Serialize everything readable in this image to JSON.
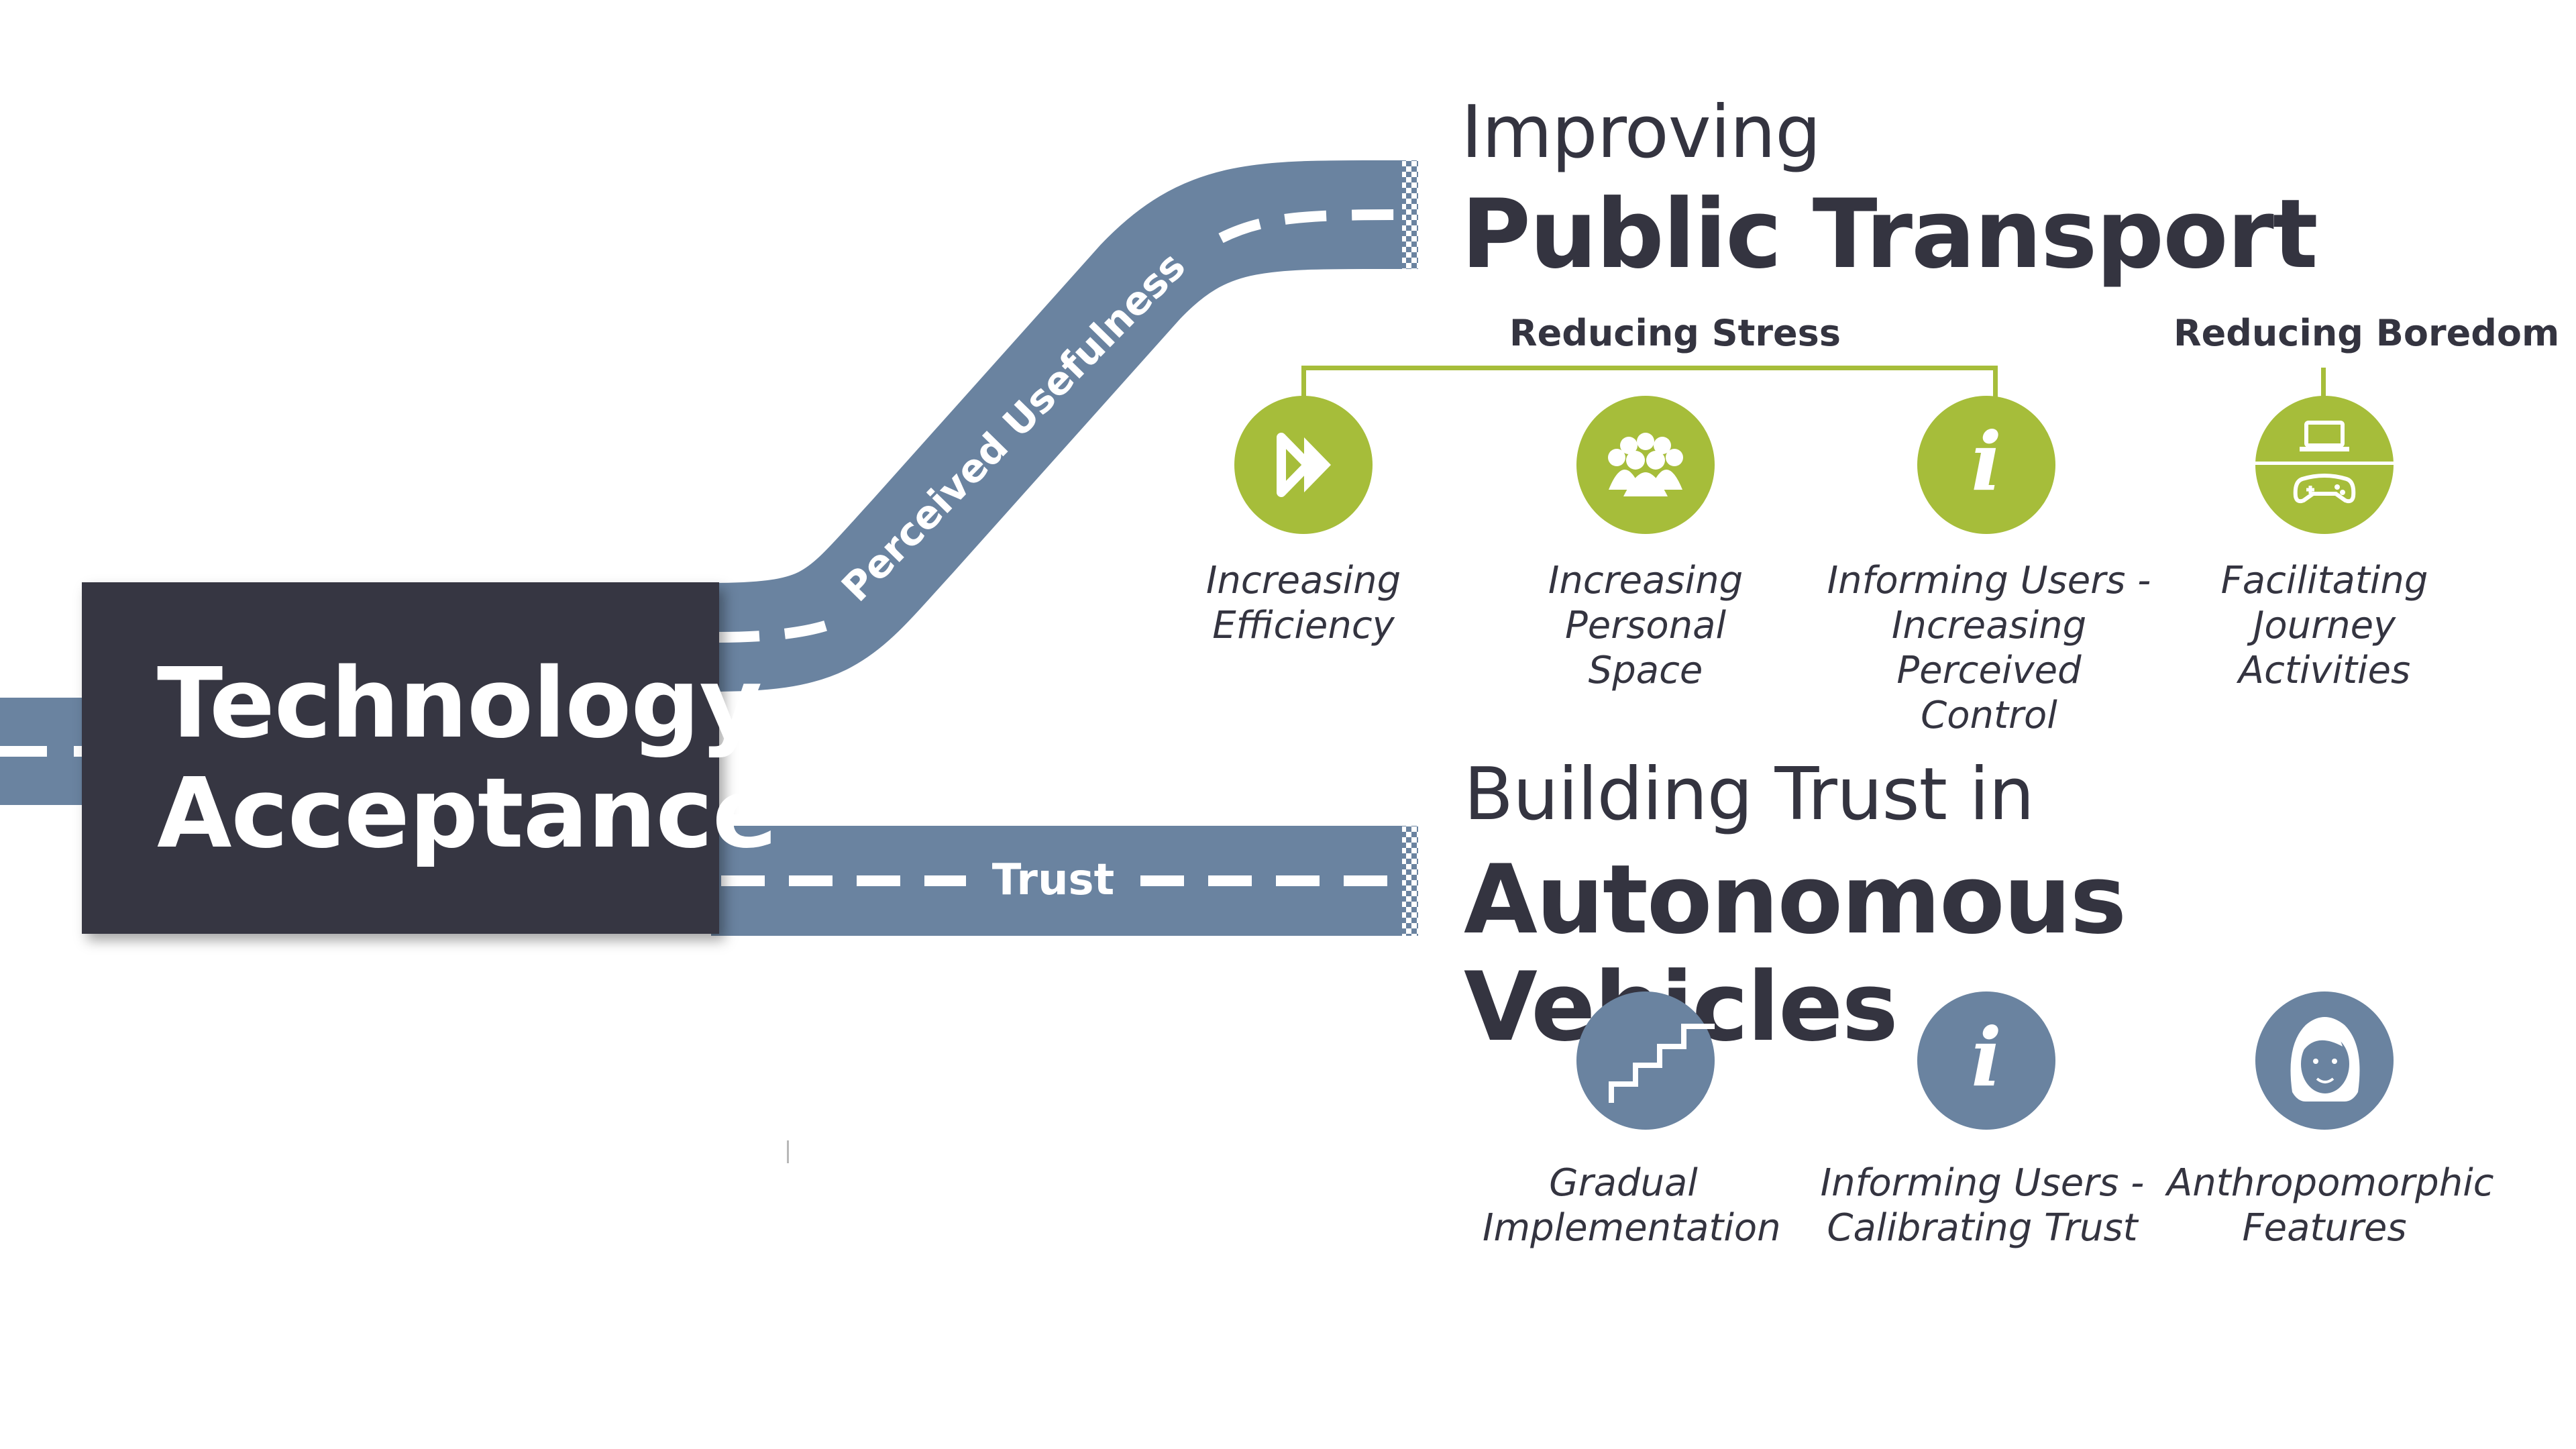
{
  "diagram": {
    "center_label": [
      "Technology",
      "Acceptance"
    ],
    "roads": {
      "upper_label": "Perceived Usefulness",
      "lower_label": "Trust"
    },
    "colors": {
      "road": "#6a83a0",
      "box": "#363642",
      "green": "#a6bd3a",
      "text": "#343440"
    }
  },
  "section_transport": {
    "title_light": "Improving",
    "title_bold": "Public Transport",
    "groups": [
      {
        "label": "Reducing Stress"
      },
      {
        "label": "Reducing Boredom"
      }
    ],
    "items": [
      {
        "icon": "fast-forward-icon",
        "lines": [
          "Increasing",
          "Efficiency"
        ]
      },
      {
        "icon": "crowd-icon",
        "lines": [
          "Increasing",
          "Personal",
          "Space"
        ]
      },
      {
        "icon": "info-icon",
        "lines": [
          "Informing Users -",
          "Increasing Perceived",
          "Control"
        ]
      },
      {
        "icon": "laptop-gamepad-icon",
        "lines": [
          "Facilitating",
          "Journey",
          "Activities"
        ]
      }
    ]
  },
  "section_trust": {
    "title_light": "Building Trust in",
    "title_bold": "Autonomous Vehicles",
    "items": [
      {
        "icon": "stairs-icon",
        "lines": [
          "Gradual",
          "Implementation"
        ]
      },
      {
        "icon": "info-icon",
        "lines": [
          "Informing Users -",
          "Calibrating Trust"
        ]
      },
      {
        "icon": "face-icon",
        "lines": [
          "Anthropomorphic",
          "Features"
        ]
      }
    ]
  }
}
